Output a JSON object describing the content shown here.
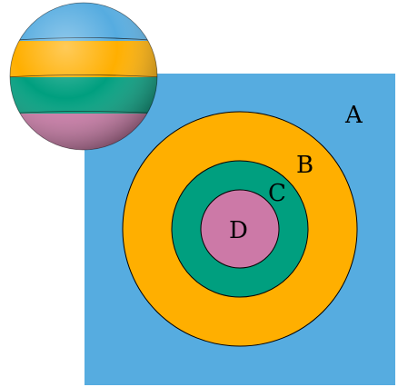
{
  "regions": [
    {
      "label": "A",
      "color": "#56ACE0"
    },
    {
      "label": "B",
      "color": "#FFAF00"
    },
    {
      "label": "C",
      "color": "#009F7F"
    },
    {
      "label": "D",
      "color": "#CC79A7"
    }
  ],
  "sphere": {
    "bands": [
      {
        "color": "#56ACE0"
      },
      {
        "color": "#FFAF00"
      },
      {
        "color": "#009F7F"
      },
      {
        "color": "#CC79A7"
      }
    ]
  }
}
